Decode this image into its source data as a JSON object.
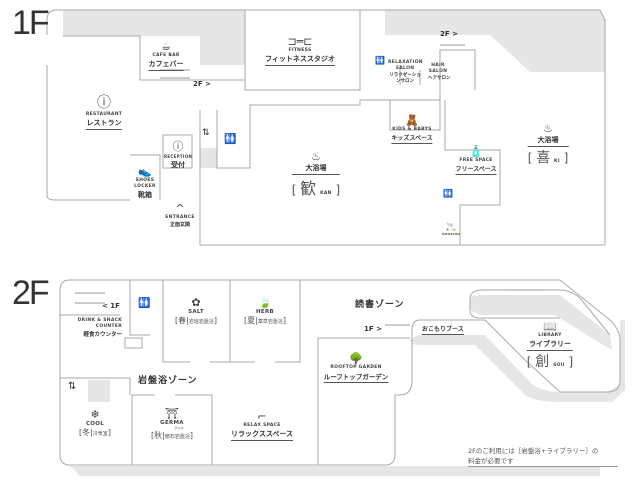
{
  "floor1": {
    "label": "1F",
    "rooms": {
      "cafe": {
        "en": "CAFE BAR",
        "jp": "カフェバー"
      },
      "fitness": {
        "en": "FITNESS",
        "jp": "フィットネススタジオ"
      },
      "restaurant": {
        "en": "RESTAURANT",
        "jp": "レストラン"
      },
      "reception": {
        "en": "RECEPTION",
        "jp": "受付"
      },
      "shoes": {
        "en": "SHOES LOCKER",
        "jp": "靴箱"
      },
      "entrance": {
        "en": "ENTRANCE",
        "jp": "正面玄関"
      },
      "kan": {
        "jp": "大浴場",
        "kanji": "歓",
        "roman": "KAN"
      },
      "relaxation": {
        "en": "RELAXATION SALON",
        "jp": "リラクゼーションサロン"
      },
      "hair": {
        "en": "HAIR SALON",
        "jp": "ヘアサロン"
      },
      "kids": {
        "en": "KIDS & BABYS",
        "jp": "キッズスペース"
      },
      "free": {
        "en": "FREE SPACE",
        "jp": "フリースペース"
      },
      "ki": {
        "jp": "大浴場",
        "kanji": "喜",
        "roman": "KI"
      },
      "smoking": {
        "en": "SMOKING"
      }
    },
    "stairs_left": "2F >",
    "stairs_right": "2F >"
  },
  "floor2": {
    "label": "2F",
    "stairs": "< 1F",
    "rooms": {
      "salt": {
        "en": "SALT",
        "season": "春",
        "jp": "岩塩岩盤浴"
      },
      "herb": {
        "en": "HERB",
        "season": "夏",
        "jp": "薬草岩盤浴"
      },
      "drink": {
        "en": "DRINK & SNACK COUNTER",
        "jp": "軽食カウンター"
      },
      "cool": {
        "en": "COOL",
        "season": "冬",
        "jp": "冷気室"
      },
      "germa": {
        "en": "GERMA",
        "season": "秋",
        "ruby": "ゲルマ",
        "jp": "鍺石岩盤浴"
      },
      "relax": {
        "en": "RELAX SPACE",
        "jp": "リラックススペース"
      },
      "rooftop": {
        "en": "ROOFTOP GARDEN",
        "jp": "ルーフトップガーデン"
      },
      "library": {
        "en": "LIBRARY",
        "jp": "ライブラリー",
        "kanji": "創",
        "roman": "SOU"
      },
      "booth": {
        "jp": "おこもりブース"
      }
    },
    "zones": {
      "ganban": "岩盤浴ゾーン",
      "reading": "読書ゾーン"
    },
    "stairs_reading": "1F >",
    "note": [
      "2Fのご利用には［岩盤浴+ライブラリー］の",
      "料金が必要です"
    ]
  }
}
